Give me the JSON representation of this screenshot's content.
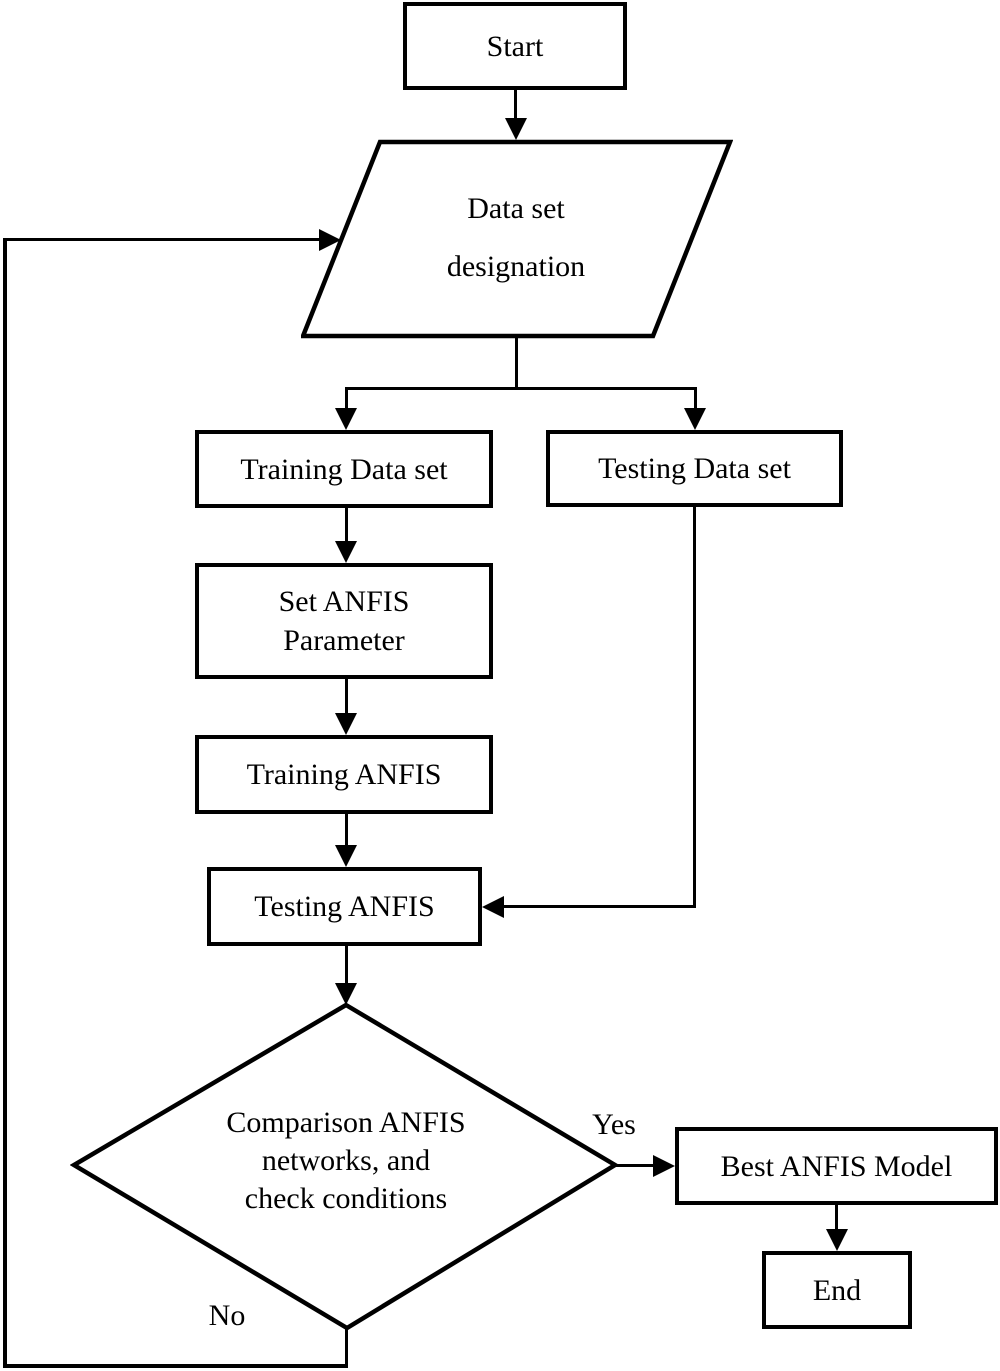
{
  "nodes": {
    "start": {
      "label": "Start",
      "type": "process"
    },
    "data_set_designation": {
      "label": "Data set\ndesignation",
      "type": "input-output"
    },
    "training_data_set": {
      "label": "Training Data set",
      "type": "process"
    },
    "testing_data_set": {
      "label": "Testing Data set",
      "type": "process"
    },
    "set_anfis_parameter": {
      "label": "Set ANFIS\nParameter",
      "type": "process"
    },
    "training_anfis": {
      "label": "Training ANFIS",
      "type": "process"
    },
    "testing_anfis": {
      "label": "Testing ANFIS",
      "type": "process"
    },
    "comparison_decision": {
      "label": "Comparison ANFIS\nnetworks, and\ncheck conditions",
      "type": "decision"
    },
    "best_anfis_model": {
      "label": "Best ANFIS Model",
      "type": "process"
    },
    "end": {
      "label": "End",
      "type": "process"
    }
  },
  "edge_labels": {
    "yes": "Yes",
    "no": "No"
  },
  "colors": {
    "stroke": "#000000",
    "background": "#ffffff"
  }
}
